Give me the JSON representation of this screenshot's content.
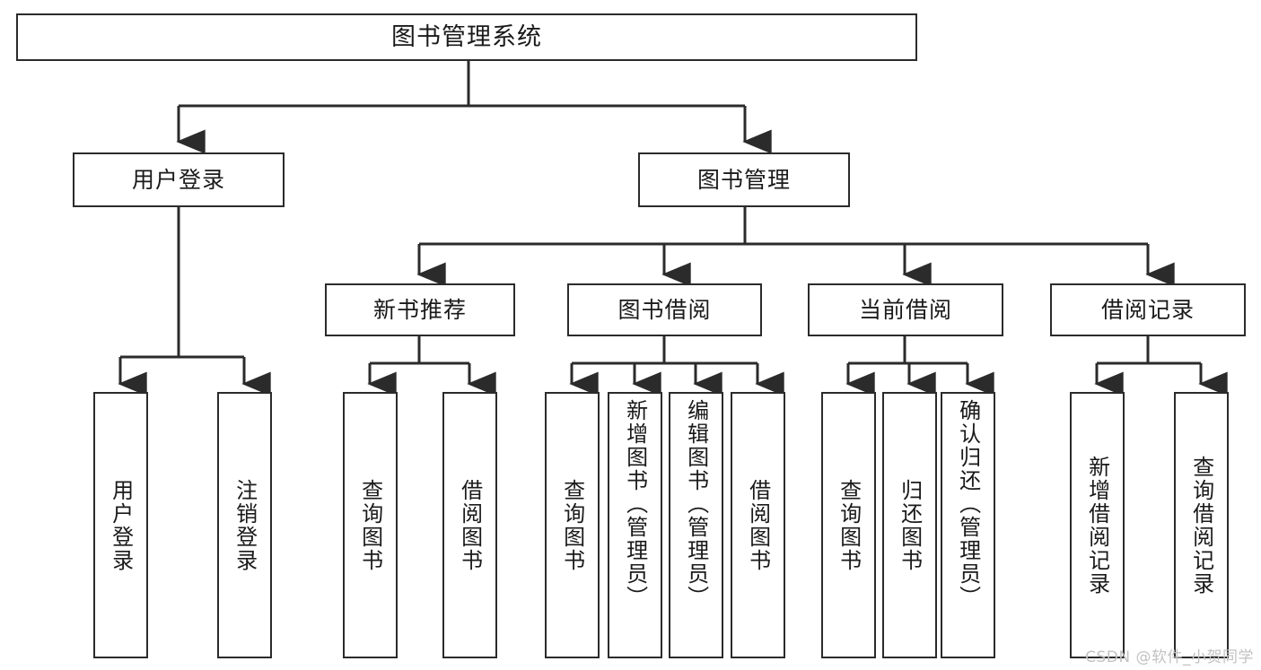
{
  "diagram": {
    "title": "图书管理系统",
    "type": "tree-hierarchy-diagram",
    "colors": {
      "box_border": "#2b2b2b",
      "box_fill": "#ffffff",
      "connector": "#2b2b2b",
      "text": "#1a1a1a",
      "watermark": "#c2c2c2",
      "background": "#ffffff"
    }
  },
  "root": {
    "label": "图书管理系统"
  },
  "level1": [
    {
      "id": "user-login",
      "label": "用户登录"
    },
    {
      "id": "book-management",
      "label": "图书管理"
    }
  ],
  "level2": [
    {
      "id": "new-book-recommend",
      "label": "新书推荐"
    },
    {
      "id": "book-borrow",
      "label": "图书借阅"
    },
    {
      "id": "current-borrow",
      "label": "当前借阅"
    },
    {
      "id": "borrow-record",
      "label": "借阅记录"
    }
  ],
  "leaves": {
    "user_login": [
      {
        "id": "leaf-user-login",
        "label": "用户登录"
      },
      {
        "id": "leaf-logout-login",
        "label": "注销登录"
      }
    ],
    "new_book_recommend": [
      {
        "id": "leaf-query-book-1",
        "label": "查询图书"
      },
      {
        "id": "leaf-borrow-book-1",
        "label": "借阅图书"
      }
    ],
    "book_borrow": [
      {
        "id": "leaf-query-book-2",
        "label": "查询图书"
      },
      {
        "id": "leaf-add-book-admin",
        "label": "新增图书（管理员）"
      },
      {
        "id": "leaf-edit-book-admin",
        "label": "编辑图书（管理员）"
      },
      {
        "id": "leaf-borrow-book-2",
        "label": "借阅图书"
      }
    ],
    "current_borrow": [
      {
        "id": "leaf-query-book-3",
        "label": "查询图书"
      },
      {
        "id": "leaf-return-book",
        "label": "归还图书"
      },
      {
        "id": "leaf-confirm-return-admin",
        "label": "确认归还（管理员）"
      }
    ],
    "borrow_record": [
      {
        "id": "leaf-add-borrow-record",
        "label": "新增借阅记录"
      },
      {
        "id": "leaf-query-borrow-record",
        "label": "查询借阅记录"
      }
    ]
  },
  "watermark": {
    "text": "CSDN @软件_小贺同学"
  }
}
